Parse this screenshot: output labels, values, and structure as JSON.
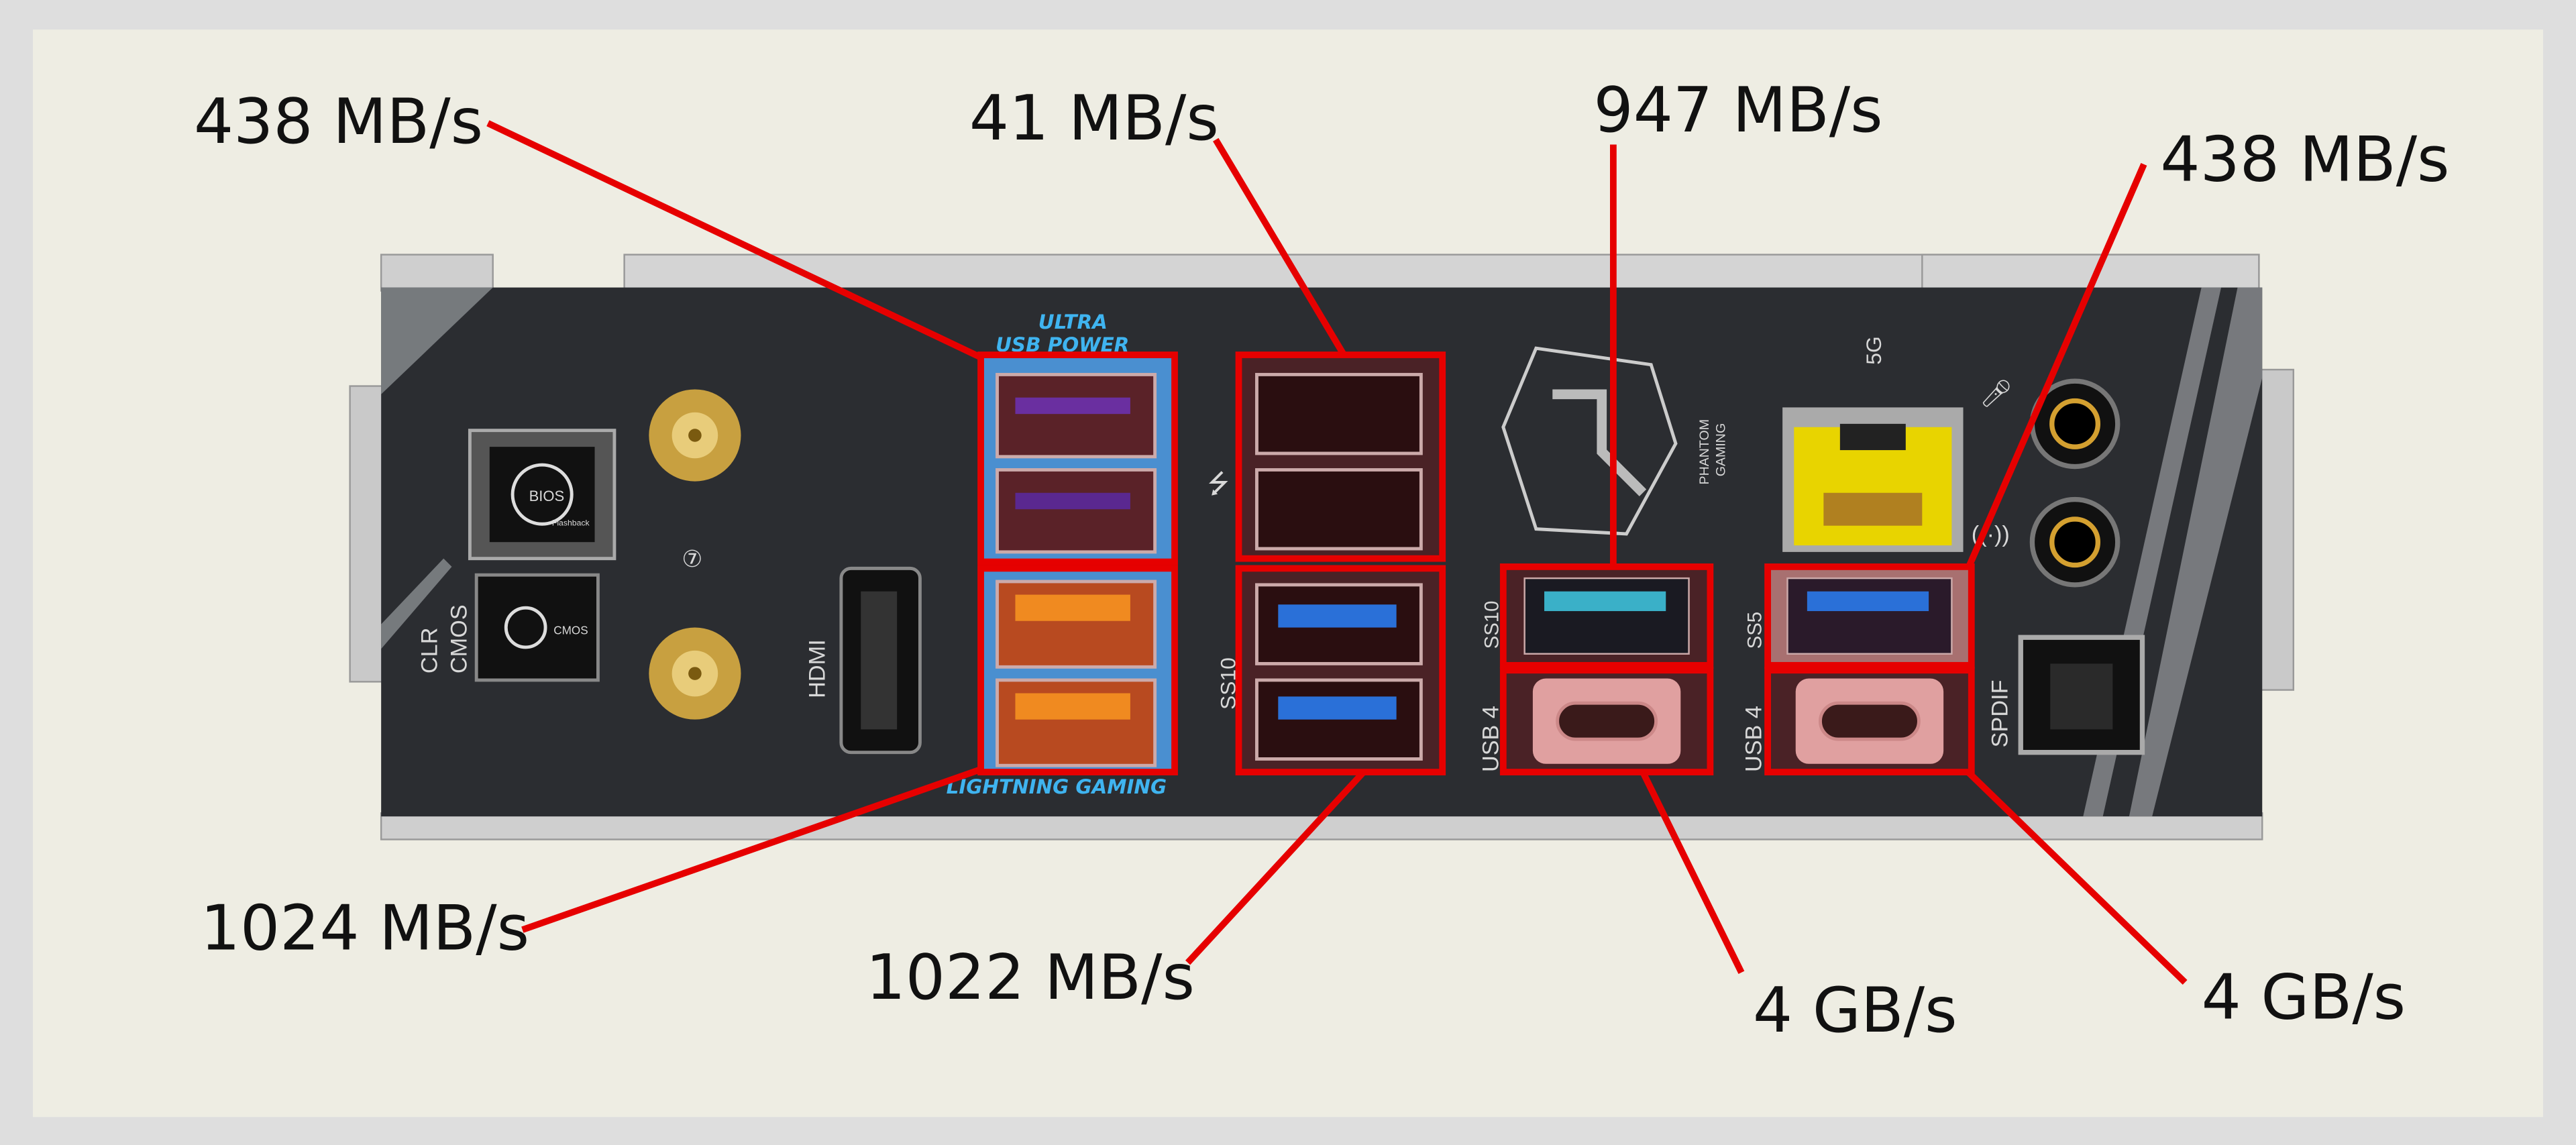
{
  "annotations": {
    "purple_usb": "438 MB/s",
    "black_usb": "41 MB/s",
    "teal_usb": "947 MB/s",
    "right_usb": "438 MB/s",
    "orange_usb": "1024 MB/s",
    "blue_usb": "1022 MB/s",
    "usb4_left": "4 GB/s",
    "usb4_right": "4 GB/s"
  },
  "panel_text": {
    "ultra": "ULTRA",
    "usb_power": "USB POWER",
    "lightning_gaming": "LIGHTNING GAMING",
    "hdmi": "HDMI",
    "clr": "CLR",
    "cmos": "CMOS",
    "cmos_button": "CMOS",
    "bios": "BIOS",
    "flashback": "Flashback",
    "five_g": "5G",
    "phantom": "PHANTOM",
    "gaming": "GAMING",
    "usb4_a": "USB 4",
    "usb4_b": "USB 4",
    "ss10_a": "SS10",
    "ss10_b": "SS10",
    "ss5": "SS5",
    "spdif": "SPDIF"
  },
  "colors": {
    "highlight": "#e60000",
    "background": "#eeede3",
    "panel": "#2b2d31"
  }
}
